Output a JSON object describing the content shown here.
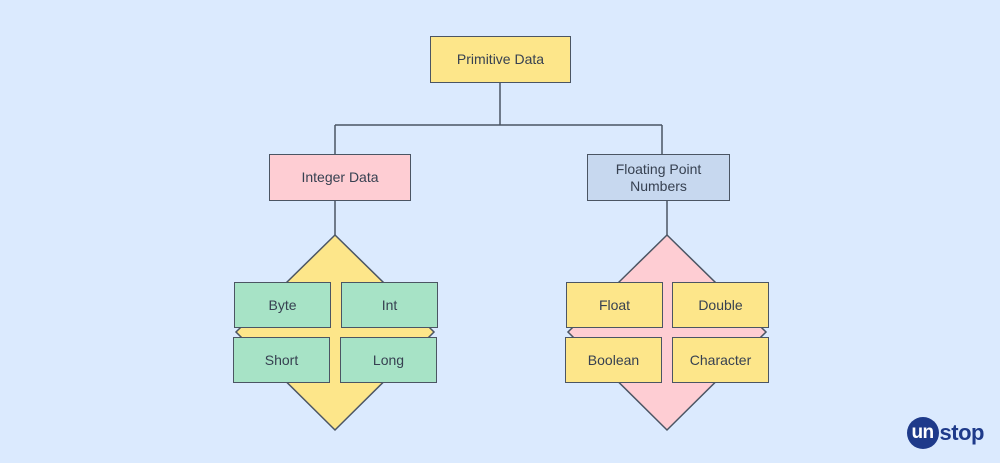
{
  "root": {
    "label": "Primitive Data"
  },
  "branches": [
    {
      "label": "Integer Data",
      "types": [
        "Byte",
        "Int",
        "Short",
        "Long"
      ]
    },
    {
      "label": "Floating Point\nNumbers",
      "types": [
        "Float",
        "Double",
        "Boolean",
        "Character"
      ]
    }
  ],
  "colors": {
    "background": "#dbeafe",
    "root": "#fde68a",
    "integer_branch": "#fecdd3",
    "float_branch": "#c7d8ef",
    "integer_types": "#a7e3c6",
    "float_types": "#fde68a",
    "integer_diamond": "#fde68a",
    "float_diamond": "#fecdd3",
    "stroke": "#4b5563"
  },
  "logo": {
    "badge_text": "un",
    "rest_text": "stop"
  }
}
